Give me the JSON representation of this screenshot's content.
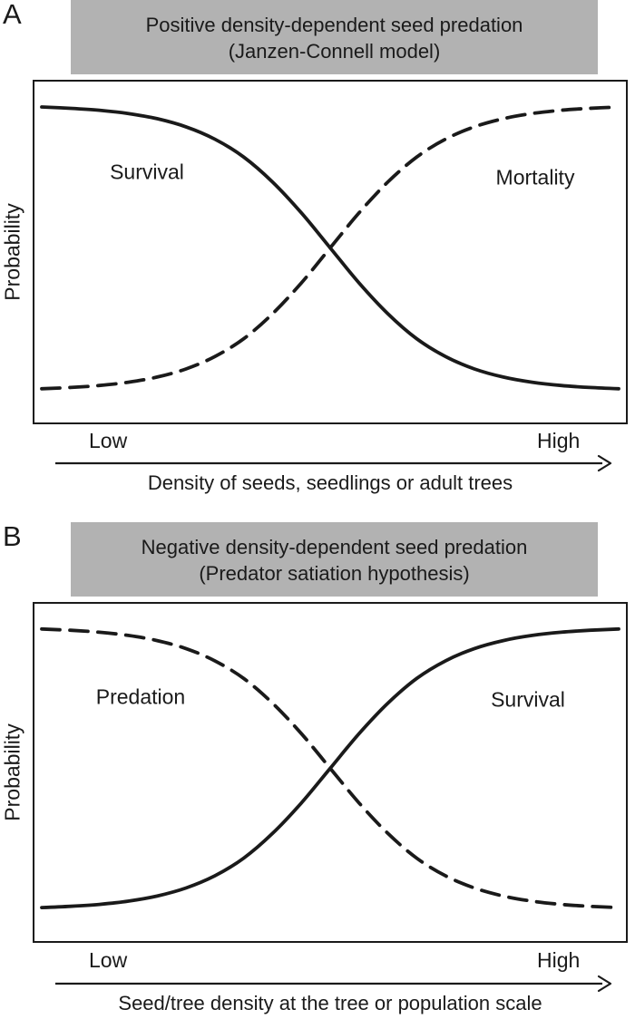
{
  "colors": {
    "ink": "#1a1a1a",
    "header_bg": "#b2b2b2",
    "plot_bg": "#ffffff"
  },
  "chart_data": [
    {
      "type": "line",
      "panel": "A",
      "title": "Positive density-dependent seed predation",
      "subtitle": "(Janzen-Connell model)",
      "ylabel": "Probability",
      "xlabel": "Density of seeds, seedlings or adult trees",
      "x_tick_labels": [
        "Low",
        "High"
      ],
      "x_axis_style": "arrow-low-to-high",
      "ylim": [
        0,
        1
      ],
      "grid": false,
      "legend_position": "inline-curve-labels",
      "x": [
        0,
        0.05,
        0.1,
        0.15,
        0.2,
        0.25,
        0.3,
        0.35,
        0.4,
        0.45,
        0.5,
        0.55,
        0.6,
        0.65,
        0.7,
        0.75,
        0.8,
        0.85,
        0.9,
        0.95,
        1
      ],
      "series": [
        {
          "name": "Survival",
          "line_style": "solid",
          "values": [
            0.944,
            0.94,
            0.934,
            0.924,
            0.908,
            0.883,
            0.845,
            0.79,
            0.713,
            0.618,
            0.51,
            0.402,
            0.307,
            0.23,
            0.175,
            0.137,
            0.112,
            0.096,
            0.086,
            0.08,
            0.076
          ]
        },
        {
          "name": "Mortality",
          "line_style": "dashed",
          "values": [
            0.076,
            0.08,
            0.086,
            0.096,
            0.112,
            0.137,
            0.175,
            0.23,
            0.307,
            0.402,
            0.51,
            0.618,
            0.713,
            0.79,
            0.845,
            0.883,
            0.908,
            0.924,
            0.934,
            0.94,
            0.944
          ]
        }
      ]
    },
    {
      "type": "line",
      "panel": "B",
      "title": "Negative density-dependent seed predation",
      "subtitle": "(Predator satiation hypothesis)",
      "ylabel": "Probability",
      "xlabel": "Seed/tree density at the tree or population scale",
      "x_tick_labels": [
        "Low",
        "High"
      ],
      "x_axis_style": "arrow-low-to-high",
      "ylim": [
        0,
        1
      ],
      "grid": false,
      "legend_position": "inline-curve-labels",
      "x": [
        0,
        0.05,
        0.1,
        0.15,
        0.2,
        0.25,
        0.3,
        0.35,
        0.4,
        0.45,
        0.5,
        0.55,
        0.6,
        0.65,
        0.7,
        0.75,
        0.8,
        0.85,
        0.9,
        0.95,
        1
      ],
      "series": [
        {
          "name": "Predation",
          "line_style": "dashed",
          "values": [
            0.944,
            0.94,
            0.934,
            0.924,
            0.908,
            0.883,
            0.845,
            0.79,
            0.713,
            0.618,
            0.51,
            0.402,
            0.307,
            0.23,
            0.175,
            0.137,
            0.112,
            0.096,
            0.086,
            0.08,
            0.076
          ]
        },
        {
          "name": "Survival",
          "line_style": "solid",
          "values": [
            0.076,
            0.08,
            0.086,
            0.096,
            0.112,
            0.137,
            0.175,
            0.23,
            0.307,
            0.402,
            0.51,
            0.618,
            0.713,
            0.79,
            0.845,
            0.883,
            0.908,
            0.924,
            0.934,
            0.94,
            0.944
          ]
        }
      ]
    }
  ]
}
